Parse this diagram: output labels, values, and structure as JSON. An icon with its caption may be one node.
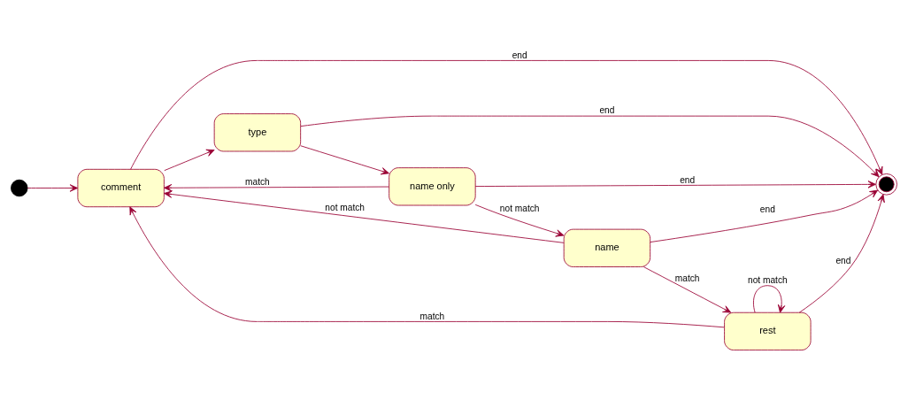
{
  "diagram": {
    "nodes": [
      {
        "text": [
          "comment"
        ]
      },
      {
        "text": [
          "type"
        ]
      },
      {
        "text": [
          "name only"
        ]
      },
      {
        "text": [
          "name"
        ]
      },
      {
        "text": [],
        "shape": "circle"
      },
      {
        "text": [
          "rest"
        ]
      },
      {
        "text": [],
        "shape": "circle"
      }
    ],
    "edges": [
      {
        "from": 4,
        "to": 0,
        "arrow": "to"
      },
      {
        "from": 0,
        "to": 1,
        "arrow": "to"
      },
      {
        "from": 1,
        "to": 2,
        "arrow": "to"
      },
      {
        "from": 2,
        "to": 3,
        "label": "not match",
        "arrow": "to"
      },
      {
        "from": 3,
        "to": 0,
        "label": "not match",
        "arrow": "to"
      },
      {
        "from": 2,
        "to": 0,
        "label": "match",
        "arrow": "to"
      },
      {
        "from": 0,
        "to": 6,
        "label": "end",
        "arrow": "to"
      },
      {
        "from": 1,
        "to": 6,
        "label": "end",
        "arrow": "to"
      },
      {
        "from": 2,
        "to": 6,
        "label": "end",
        "arrow": "to"
      },
      {
        "from": 3,
        "to": 6,
        "label": "end",
        "arrow": "to"
      },
      {
        "from": 3,
        "to": 5,
        "label": "match",
        "arrow": "to"
      },
      {
        "from": 5,
        "to": 6,
        "label": "end",
        "arrow": "to"
      },
      {
        "from": 5,
        "to": 0,
        "label": "match",
        "arrow": "to"
      },
      {
        "from": 5,
        "to": 5,
        "label": "not match",
        "arrow": "to"
      }
    ]
  }
}
